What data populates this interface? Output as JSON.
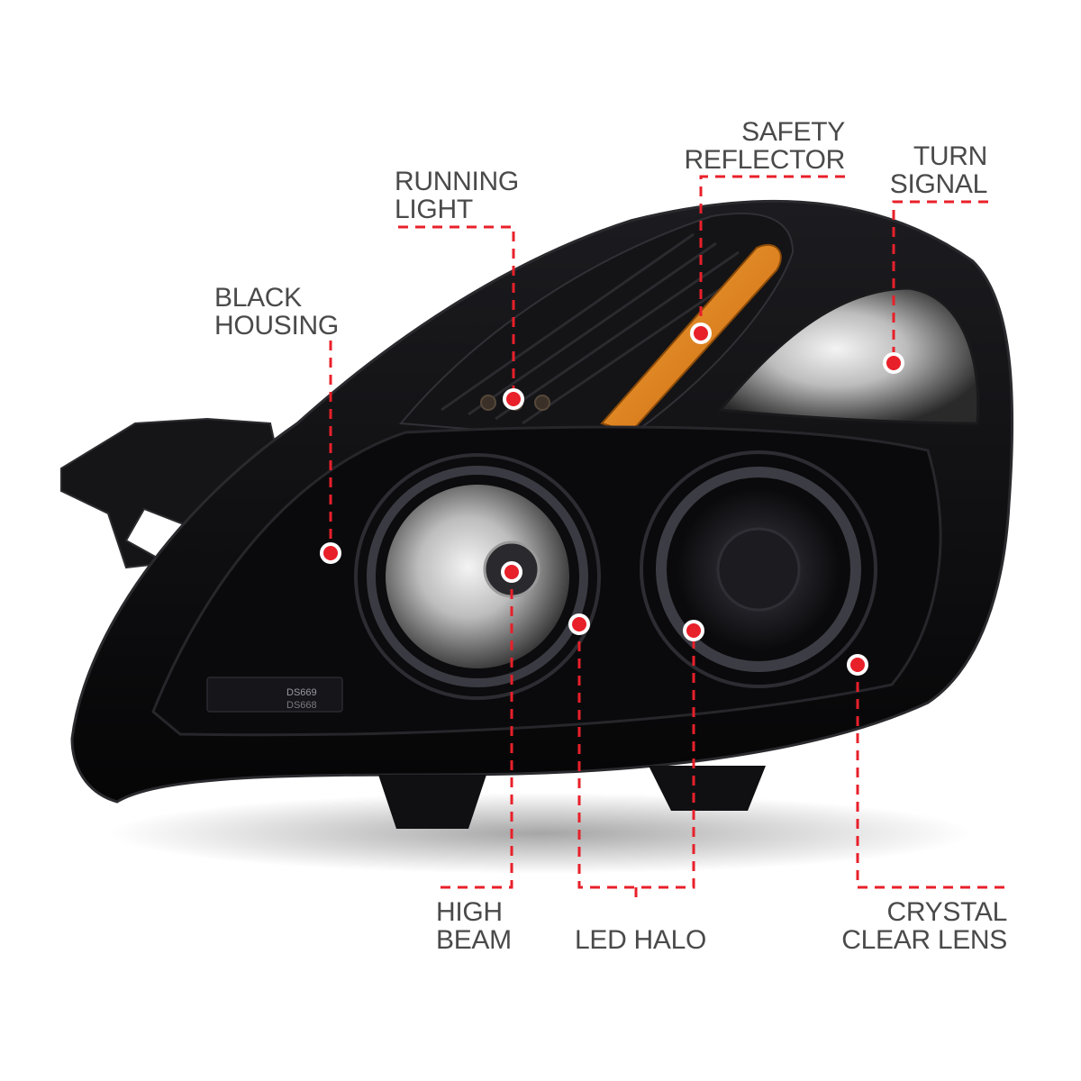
{
  "colors": {
    "accent": "#e8202a",
    "label_text": "#4a4a4a",
    "housing": "#0d0d0f",
    "amber": "#e88a1a"
  },
  "labels": {
    "safety_reflector": [
      "SAFETY",
      "REFLECTOR"
    ],
    "turn_signal": [
      "TURN",
      "SIGNAL"
    ],
    "running_light": [
      "RUNNING",
      "LIGHT"
    ],
    "black_housing": [
      "BLACK",
      "HOUSING"
    ],
    "high_beam": [
      "HIGH",
      "BEAM"
    ],
    "led_halo": [
      "LED HALO"
    ],
    "crystal_clear_lens": [
      "CRYSTAL",
      "CLEAR LENS"
    ]
  },
  "lens_markings": {
    "part_number_1": "DS669",
    "part_number_2": "DS668"
  }
}
